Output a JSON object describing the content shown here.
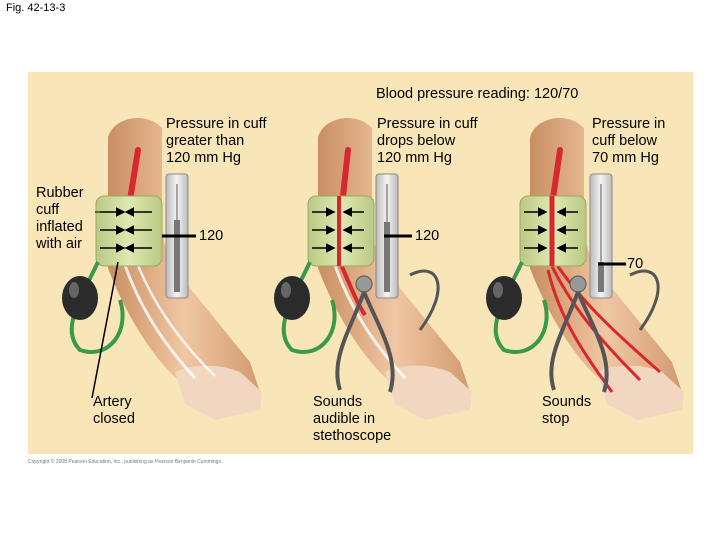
{
  "figure_label": "Fig. 42-13-3",
  "title": "Blood pressure reading: 120/70",
  "stages": [
    {
      "pressure_label": "Pressure in cuff\ngreater than\n120 mm Hg",
      "gauge_value": "120",
      "bottom_label": "Artery\nclosed"
    },
    {
      "pressure_label": "Pressure in cuff\ndrops below\n120 mm Hg",
      "gauge_value": "120",
      "bottom_label": "Sounds\naudible in\nstethoscope"
    },
    {
      "pressure_label": "Pressure in\ncuff below\n70 mm Hg",
      "gauge_value": "70",
      "bottom_label": "Sounds\nstop"
    }
  ],
  "cuff_label": "Rubber\ncuff\ninflated\nwith air",
  "copyright": "Copyright © 2008 Pearson Education, Inc., publishing as Pearson Benjamin Cummings.",
  "colors": {
    "panel": "#f9e6b8",
    "skin": "#e6b48c",
    "cuff": "#cdd99a",
    "artery": "#d9272e",
    "bulb": "#2b2b2b",
    "tube": "#3a9a4a"
  }
}
